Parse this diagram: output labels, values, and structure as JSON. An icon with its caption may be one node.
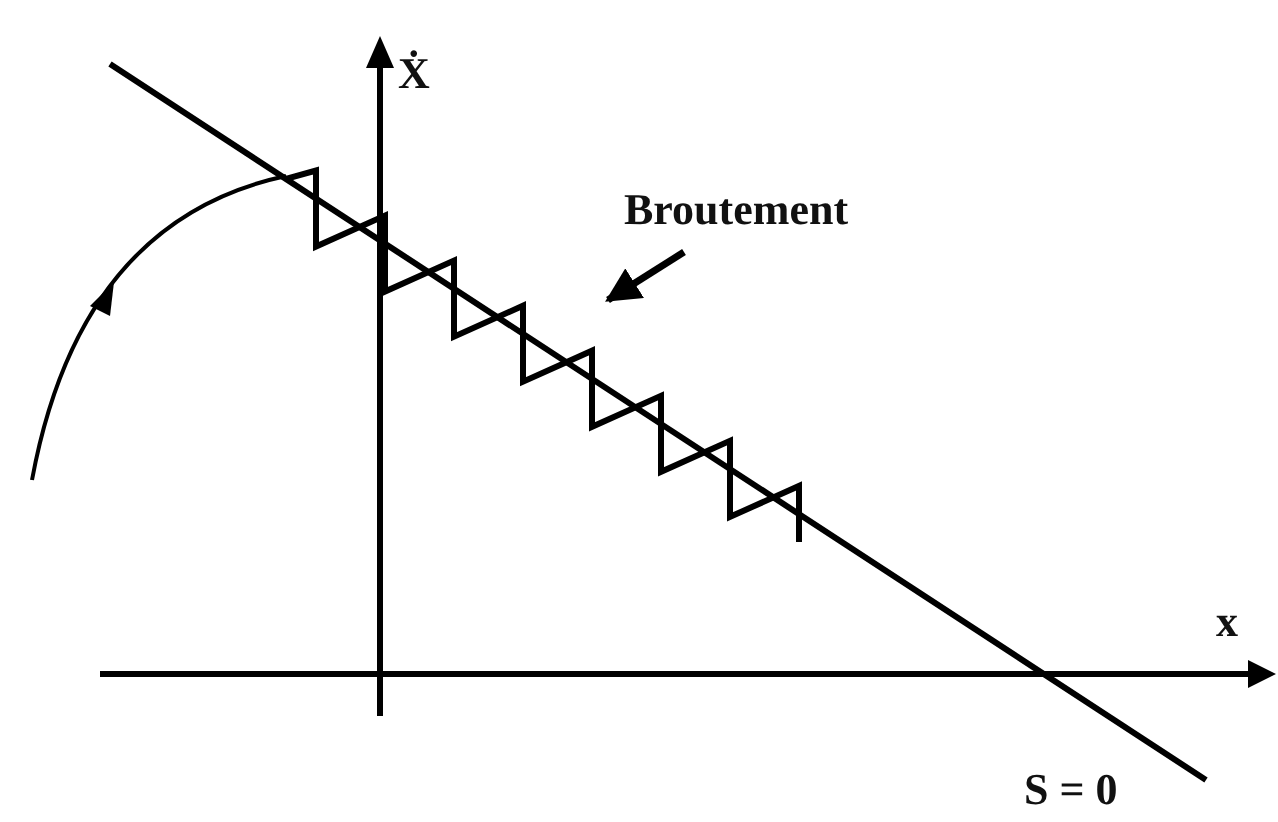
{
  "diagram": {
    "nodes": [
      {
        "text": [
          "Broutement"
        ]
      },
      {
        "text": [],
        "shape": "zigzag"
      }
    ],
    "edges": [
      {
        "from": 0,
        "to": 1,
        "arrow": "to"
      }
    ],
    "labels": [
      "Ẋ",
      "x",
      "S = 0"
    ]
  }
}
